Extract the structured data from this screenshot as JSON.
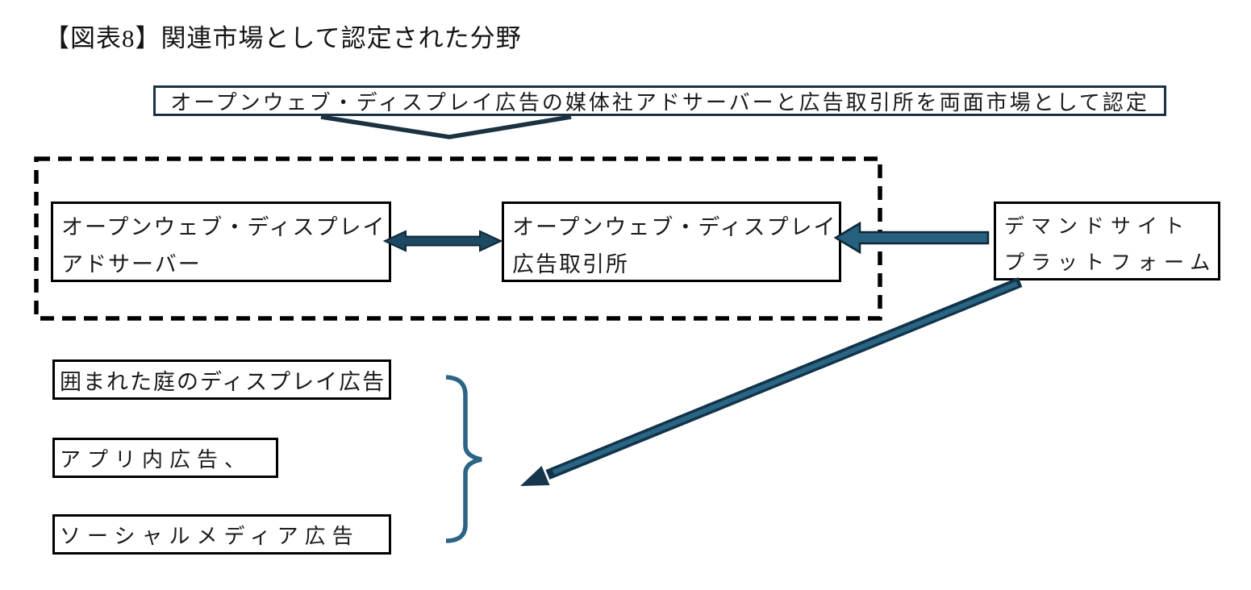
{
  "figure": {
    "title": "【図表8】関連市場として認定された分野"
  },
  "callout": {
    "text": "オープンウェブ・ディスプレイ広告の媒体社アドサーバーと広告取引所を両面市場として認定"
  },
  "market_boxes": {
    "ad_server": {
      "line1": "オープンウェブ・ディスプレイ",
      "line2": "アドサーバー"
    },
    "exchange": {
      "line1": "オープンウェブ・ディスプレイ",
      "line2": "広告取引所"
    },
    "dsp": {
      "line1": "デマンドサイト",
      "line2": "プラットフォーム"
    }
  },
  "adjacent_boxes": [
    {
      "label": "囲まれた庭のディスプレイ広告"
    },
    {
      "label": "アプリ内広告、"
    },
    {
      "label": "ソーシャルメディア広告"
    }
  ],
  "colors": {
    "arrow_fill": "#26617F",
    "arrow_outline": "#0F2738",
    "dark_navy": "#1B3243",
    "brace_teal": "#2A6585",
    "box_border": "#000000"
  }
}
